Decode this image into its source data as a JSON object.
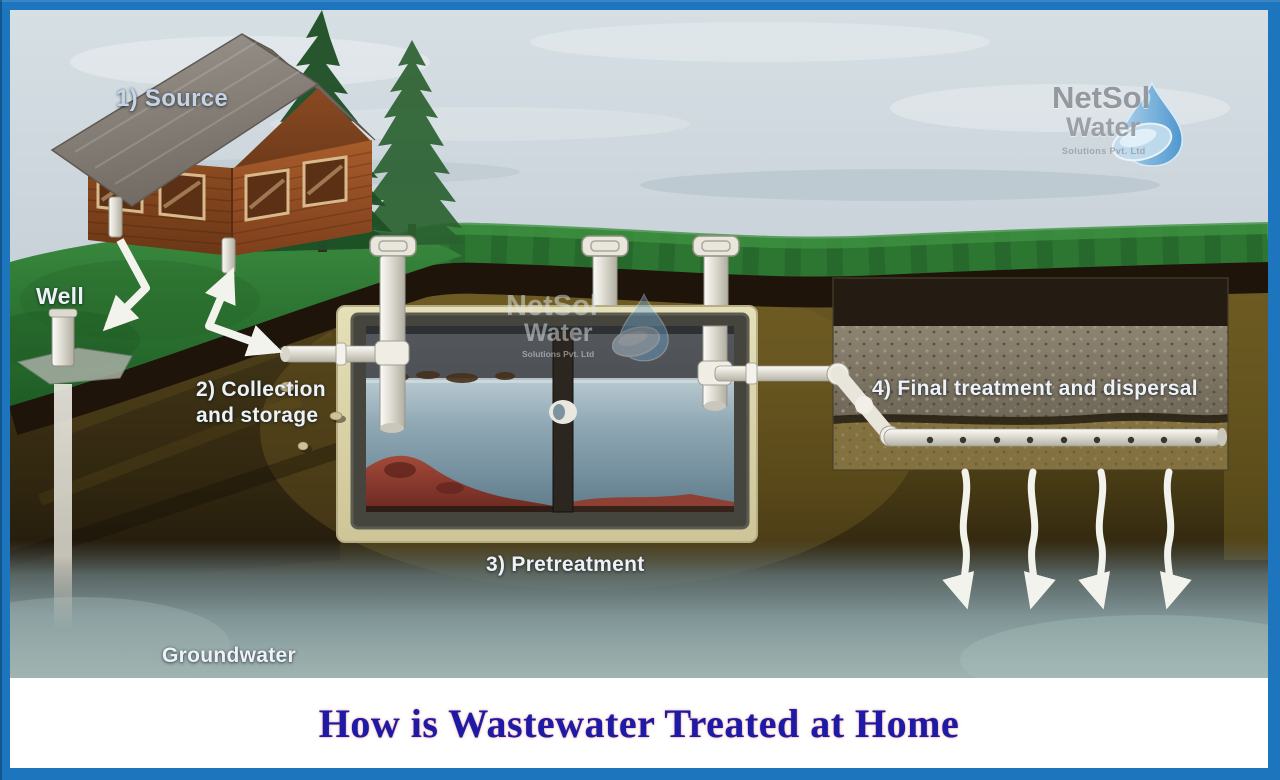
{
  "title": "How is Wastewater Treated at Home",
  "logo": {
    "name": "NetSol",
    "line2": "Water",
    "line3": "Solutions Pvt. Ltd"
  },
  "labels": {
    "source": "1) Source",
    "well": "Well",
    "collection_line1": "2) Collection",
    "collection_line2": "and storage",
    "pretreatment": "3) Pretreatment",
    "final": "4) Final treatment and dispersal",
    "groundwater": "Groundwater"
  },
  "colors": {
    "border": "#1d76bd",
    "title_text": "#1c1aa6",
    "label_text": "#eef2f7",
    "grass": "#2c7632",
    "soil": "#5e4e1e",
    "groundwater": "#8fa4a3",
    "tank_water": "#8fa8b4",
    "sludge": "#9c4538",
    "logo_drop": "#5d9fd4"
  }
}
